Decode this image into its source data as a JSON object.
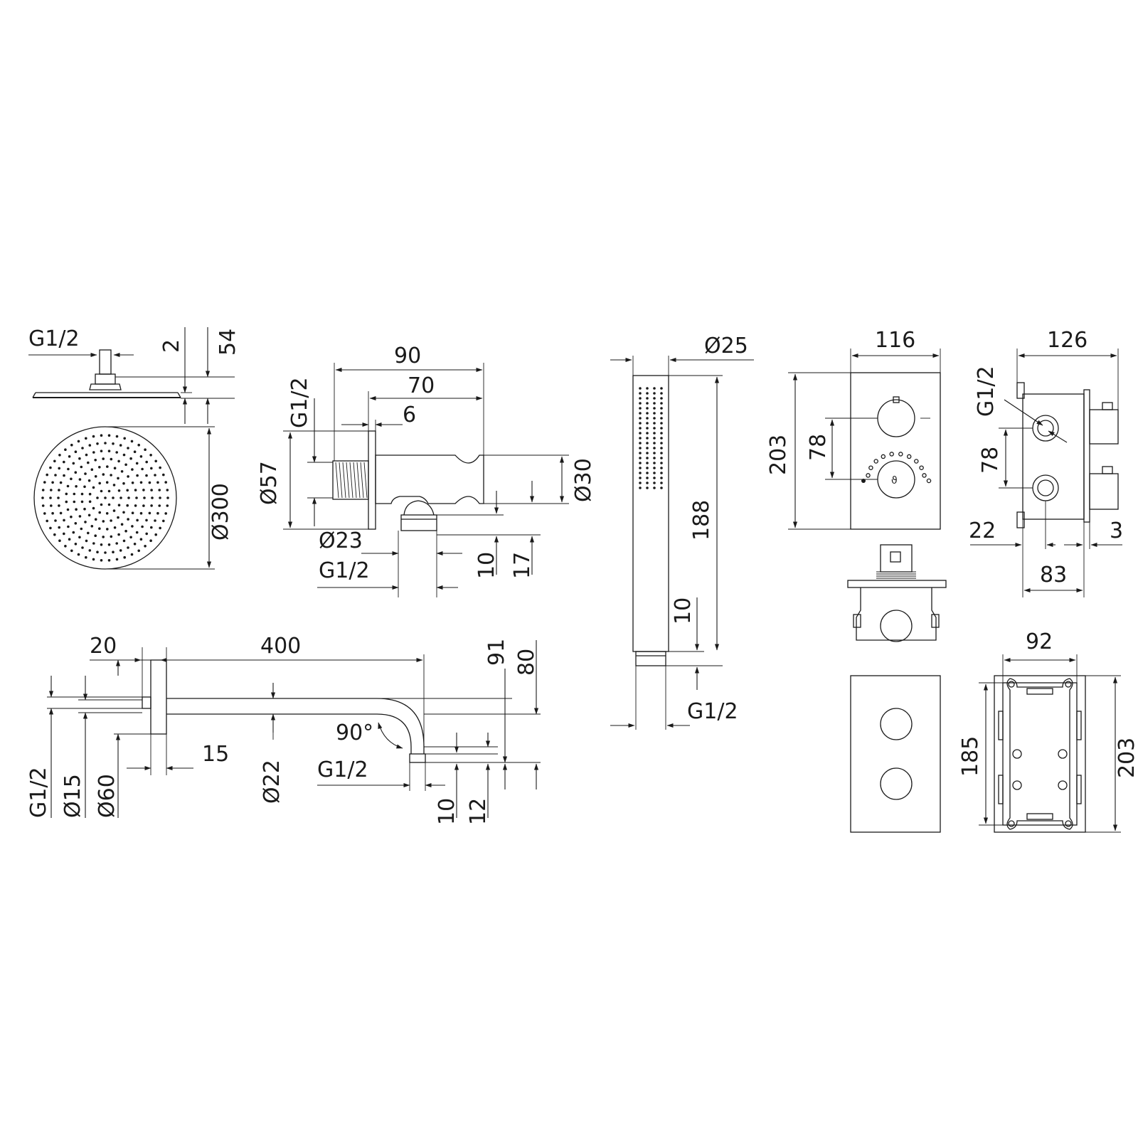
{
  "colors": {
    "ink": "#1a1a1a",
    "background": "#ffffff"
  },
  "rain_shower": {
    "g12": "G1/2",
    "d2": "2",
    "d54": "54",
    "d300": "Ø300"
  },
  "wall_outlet": {
    "d90": "90",
    "d70": "70",
    "d6": "6",
    "g12_top": "G1/2",
    "d57": "Ø57",
    "d30": "Ø30",
    "d23": "Ø23",
    "g12_bottom": "G1/2",
    "d10": "10",
    "d17": "17"
  },
  "shower_arm": {
    "d20": "20",
    "d400": "400",
    "d91": "91",
    "d80": "80",
    "d15": "15",
    "d22": "Ø22",
    "angle": "90°",
    "g12_outlet": "G1/2",
    "d10": "10",
    "d12": "12",
    "g12_left": "G1/2",
    "d15_left": "Ø15",
    "d60_left": "Ø60"
  },
  "hand_shower": {
    "d25": "Ø25",
    "d188": "188",
    "d10": "10",
    "g12": "G1/2"
  },
  "mixer_front": {
    "d116": "116",
    "d203": "203",
    "d78": "78"
  },
  "mixer_side": {
    "d126": "126",
    "g12": "G1/2",
    "d78": "78",
    "d22": "22",
    "d3": "3",
    "d83": "83"
  },
  "mixer_box": {
    "d92": "92",
    "d185": "185",
    "d203": "203"
  }
}
